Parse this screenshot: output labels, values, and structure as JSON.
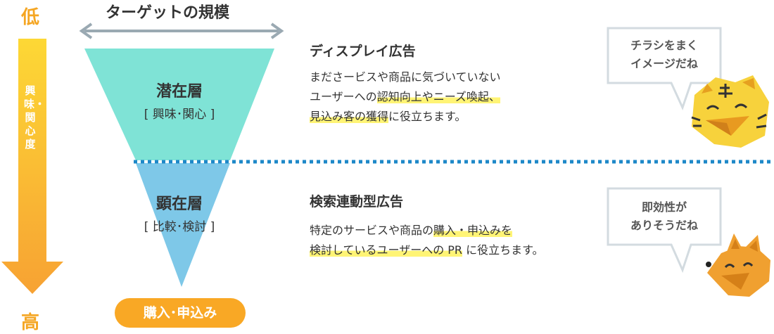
{
  "axis": {
    "low": "低",
    "high": "高",
    "vertical_label": "興味・関心度"
  },
  "scale": {
    "title": "ターゲットの規模"
  },
  "layers": [
    {
      "title": "潜在層",
      "subtitle": "[ 興味･関心 ]"
    },
    {
      "title": "顕在層",
      "subtitle": "[ 比較･検討 ]"
    }
  ],
  "bottom_pill": "購入･申込み",
  "sections": [
    {
      "heading": "ディスプレイ広告",
      "line1": "まださービスや商品に気づいていない",
      "line2_a": "ユーザーへの",
      "line2_hl": "認知向上やニーズ喚起、",
      "line3_hl": "見込み客の獲得",
      "line3_b": "に役立ちます。"
    },
    {
      "heading": "検索連動型広告",
      "line1_a": "特定のサービスや商品の",
      "line1_hl": "購入・申込みを",
      "line2_hl": "検討しているユーザーへの PR",
      "line2_b": " に役立ちます。"
    }
  ],
  "bubbles": [
    {
      "line1": "チラシをまく",
      "line2": "イメージだね"
    },
    {
      "line1": "即効性が",
      "line2": "ありそうだね"
    }
  ],
  "colors": {
    "accent_orange": "#f5a623",
    "upper_funnel": "#7fe3d6",
    "lower_funnel": "#7ec8e8",
    "divider": "#1e88c8",
    "highlight": "#fff475",
    "tiger": "#f7d23c",
    "dog": "#f0a030"
  },
  "icons": [
    "tiger-icon",
    "dog-icon",
    "double-arrow-icon",
    "down-arrow-icon"
  ]
}
